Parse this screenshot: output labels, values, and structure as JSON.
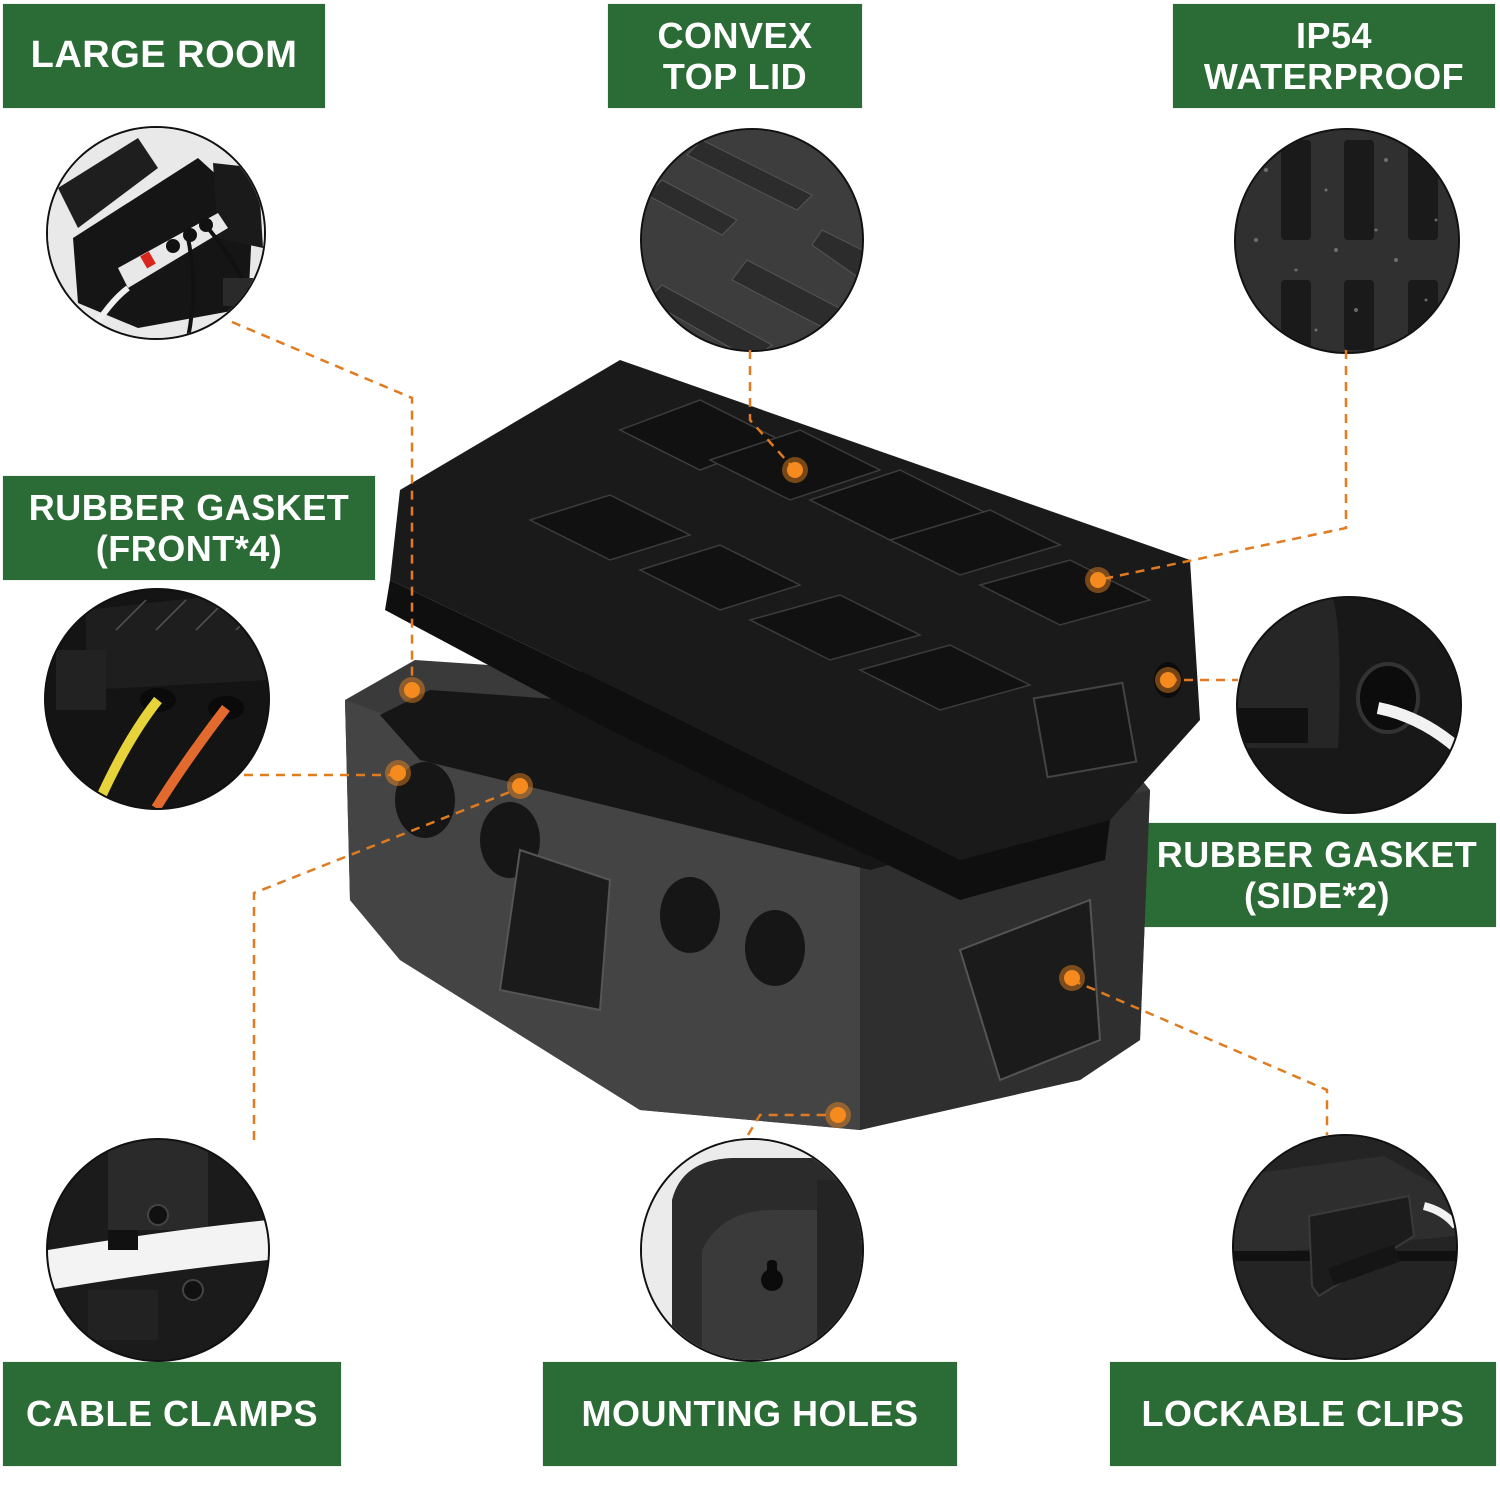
{
  "theme": {
    "label_bg": "#2b6b35",
    "label_text": "#ffffff",
    "callout_color": "#e07b20",
    "dot_color": "#f58a1f",
    "product_color": "#1c1c1c"
  },
  "features": {
    "large_room": {
      "line1": "LARGE ROOM"
    },
    "convex_top_lid": {
      "line1": "CONVEX",
      "line2": "TOP LID"
    },
    "ip54_waterproof": {
      "line1": "IP54",
      "line2": "WATERPROOF"
    },
    "rubber_gasket_front": {
      "line1": "RUBBER GASKET",
      "line2": "(FRONT*4)"
    },
    "rubber_gasket_side": {
      "line1": "RUBBER GASKET",
      "line2": "(SIDE*2)"
    },
    "cable_clamps": {
      "line1": "CABLE CLAMPS"
    },
    "mounting_holes": {
      "line1": "MOUNTING HOLES"
    },
    "lockable_clips": {
      "line1": "LOCKABLE CLIPS"
    }
  },
  "closeups": [
    {
      "id": "large-room",
      "icon": "power-strip-inside-box"
    },
    {
      "id": "convex-top-lid",
      "icon": "lid-ridge-pattern"
    },
    {
      "id": "ip54-waterproof",
      "icon": "water-droplets-on-lid"
    },
    {
      "id": "rubber-gasket-front",
      "icon": "cables-through-gaskets"
    },
    {
      "id": "rubber-gasket-side",
      "icon": "side-gasket-cable"
    },
    {
      "id": "cable-clamps",
      "icon": "cable-clamp"
    },
    {
      "id": "mounting-holes",
      "icon": "keyhole-mount"
    },
    {
      "id": "lockable-clips",
      "icon": "latch-clip"
    }
  ]
}
